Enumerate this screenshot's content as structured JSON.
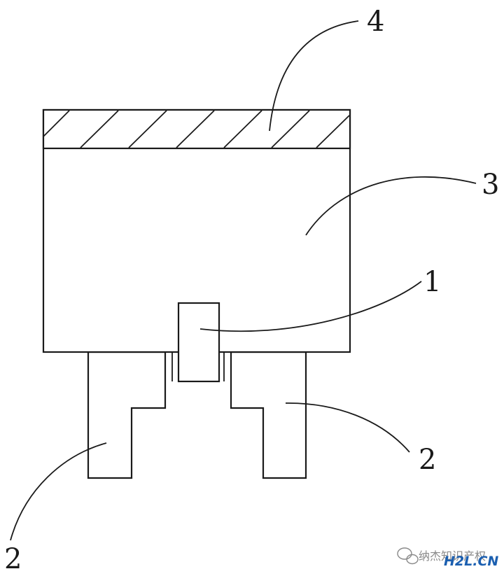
{
  "figure": {
    "labels": {
      "cap": "4",
      "body": "3",
      "center_pin": "1",
      "right_terminal": "2",
      "left_terminal": "2"
    }
  },
  "watermark": {
    "icon": "wechat-icon",
    "text": "纳杰知识产权",
    "logo": "H2L.CN"
  }
}
